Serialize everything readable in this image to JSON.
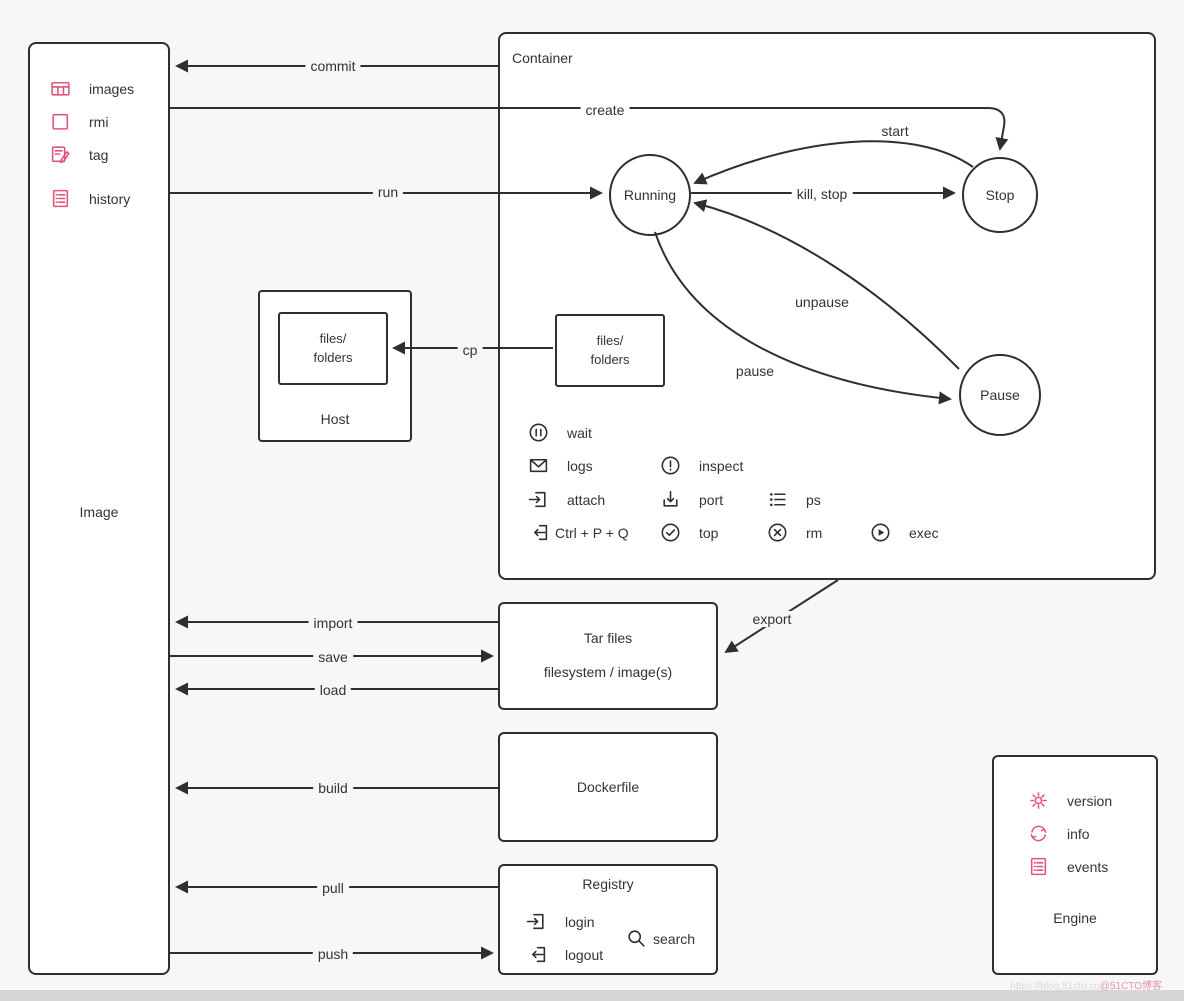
{
  "colors": {
    "background": "#f7f7f7",
    "box_background": "#ffffff",
    "line": "#2f2f2f",
    "accent_pink": "#e0567a"
  },
  "image_panel": {
    "title": "Image",
    "items": [
      {
        "id": "images",
        "label": "images"
      },
      {
        "id": "rmi",
        "label": "rmi"
      },
      {
        "id": "tag",
        "label": "tag"
      },
      {
        "id": "history",
        "label": "history"
      }
    ]
  },
  "container_panel": {
    "title": "Container",
    "states": [
      {
        "id": "running",
        "label": "Running"
      },
      {
        "id": "stop",
        "label": "Stop"
      },
      {
        "id": "pause",
        "label": "Pause"
      }
    ],
    "files_folders": "files/\nfolders",
    "commands": [
      {
        "id": "wait",
        "label": "wait"
      },
      {
        "id": "logs",
        "label": "logs"
      },
      {
        "id": "inspect",
        "label": "inspect"
      },
      {
        "id": "attach",
        "label": "attach"
      },
      {
        "id": "port",
        "label": "port"
      },
      {
        "id": "ps",
        "label": "ps"
      },
      {
        "id": "ctrl-p-q",
        "label": "Ctrl + P + Q"
      },
      {
        "id": "top",
        "label": "top"
      },
      {
        "id": "rm",
        "label": "rm"
      },
      {
        "id": "exec",
        "label": "exec"
      }
    ]
  },
  "host_panel": {
    "title": "Host",
    "files_folders": "files/\nfolders"
  },
  "tar_panel": {
    "line1": "Tar files",
    "line2": "filesystem / image(s)"
  },
  "dockerfile_panel": {
    "title": "Dockerfile"
  },
  "registry_panel": {
    "title": "Registry",
    "items": [
      {
        "id": "login",
        "label": "login"
      },
      {
        "id": "logout",
        "label": "logout"
      },
      {
        "id": "search",
        "label": "search"
      }
    ]
  },
  "engine_panel": {
    "title": "Engine",
    "items": [
      {
        "id": "version",
        "label": "version"
      },
      {
        "id": "info",
        "label": "info"
      },
      {
        "id": "events",
        "label": "events"
      }
    ]
  },
  "edges": {
    "commit": "commit",
    "create": "create",
    "run": "run",
    "start": "start",
    "kill_stop": "kill, stop",
    "unpause": "unpause",
    "pause": "pause",
    "cp": "cp",
    "export": "export",
    "import": "import",
    "save": "save",
    "load": "load",
    "build": "build",
    "pull": "pull",
    "push": "push"
  },
  "icons": {
    "images-icon": "table-grid",
    "rmi-icon": "empty-square",
    "tag-icon": "page-with-pen",
    "history-icon": "list-document",
    "wait-icon": "pause-in-circle",
    "logs-icon": "envelope",
    "inspect-icon": "exclamation-in-circle",
    "attach-icon": "arrow-into-bracket",
    "port-icon": "arrow-down-into-tray",
    "ps-icon": "bulleted-list",
    "detach-icon": "arrow-out-of-bracket",
    "top-icon": "check-in-circle",
    "rm-icon": "x-in-circle",
    "exec-icon": "play-in-circle",
    "login-icon": "arrow-into-bracket",
    "logout-icon": "arrow-out-of-bracket",
    "search-icon": "magnifier",
    "version-icon": "gear",
    "info-icon": "sync-arrows",
    "events-icon": "list-document"
  },
  "watermark": {
    "prefix": "https://blog.51cto.co",
    "text": "@51CTO博客"
  }
}
